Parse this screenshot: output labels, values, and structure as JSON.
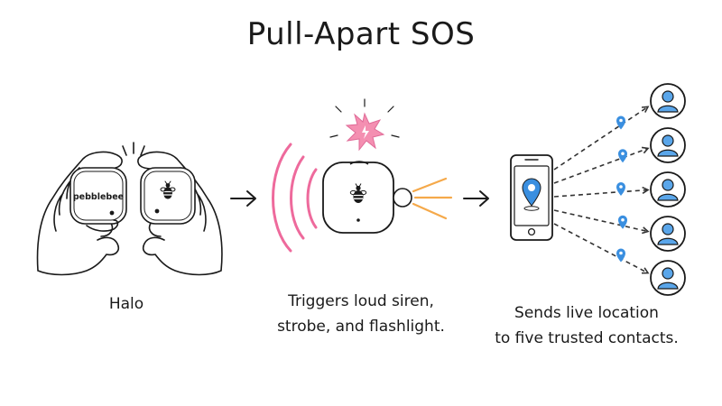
{
  "title": "Pull-Apart SOS",
  "steps": [
    {
      "device_label": "pebblebee",
      "caption_lines": [
        "Halo"
      ]
    },
    {
      "caption_lines": [
        "Triggers loud siren,",
        "strobe, and flashlight."
      ]
    },
    {
      "caption_lines": [
        "Sends live location",
        "to five trusted contacts."
      ]
    }
  ],
  "contacts_count": 5,
  "colors": {
    "ink": "#1a1a1a",
    "siren": "#ee6a9c",
    "strobe": "#f48fb1",
    "flashlight": "#f5a94a",
    "location_pin": "#3a8fe0",
    "contact_fill": "#5aa6ea"
  }
}
